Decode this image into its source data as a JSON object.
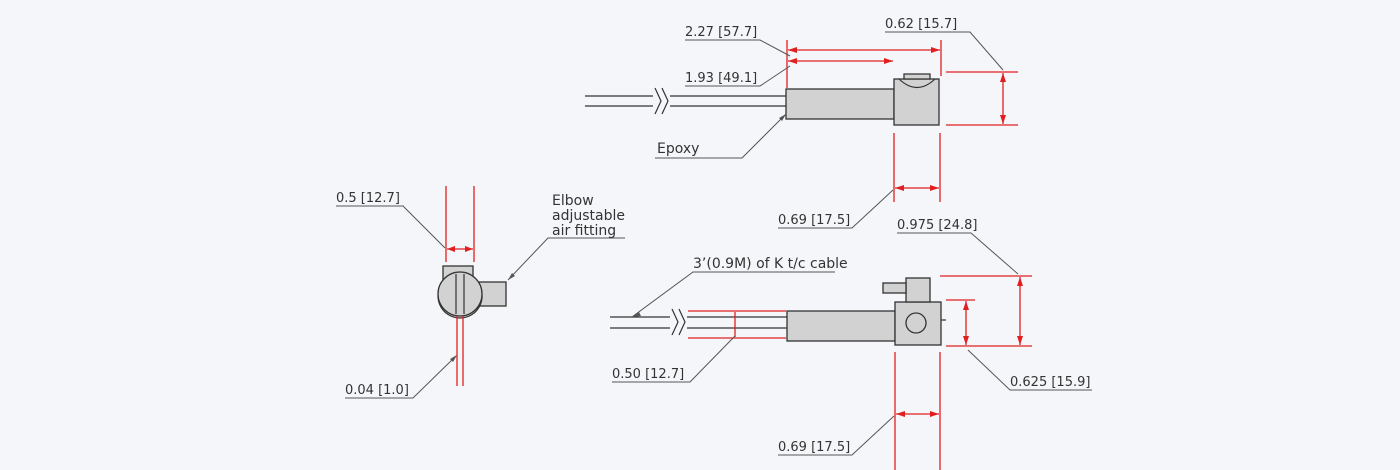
{
  "colors": {
    "background": "#f5f6fa",
    "dimension_line": "#e02020",
    "outline": "#333333",
    "part_fill": "#d2d2d2",
    "leader_line": "#555555"
  },
  "top_view": {
    "dim_overall_length": "2.27 [57.7]",
    "dim_sheath_length": "1.93 [49.1]",
    "dim_head_height": "0.62 [15.7]",
    "dim_head_width": "0.69 [17.5]",
    "label_epoxy": "Epoxy"
  },
  "end_view": {
    "dim_width": "0.5 [12.7]",
    "dim_tip": "0.04 [1.0]",
    "label_fitting_line1": "Elbow",
    "label_fitting_line2": "adjustable",
    "label_fitting_line3": "air fitting"
  },
  "side_view": {
    "label_cable": "3’(0.9M) of K t/c cable",
    "dim_cable_spacing": "0.50 [12.7]",
    "dim_total_height": "0.975 [24.8]",
    "dim_body_height": "0.625 [15.9]",
    "dim_head_width": "0.69 [17.5]"
  }
}
